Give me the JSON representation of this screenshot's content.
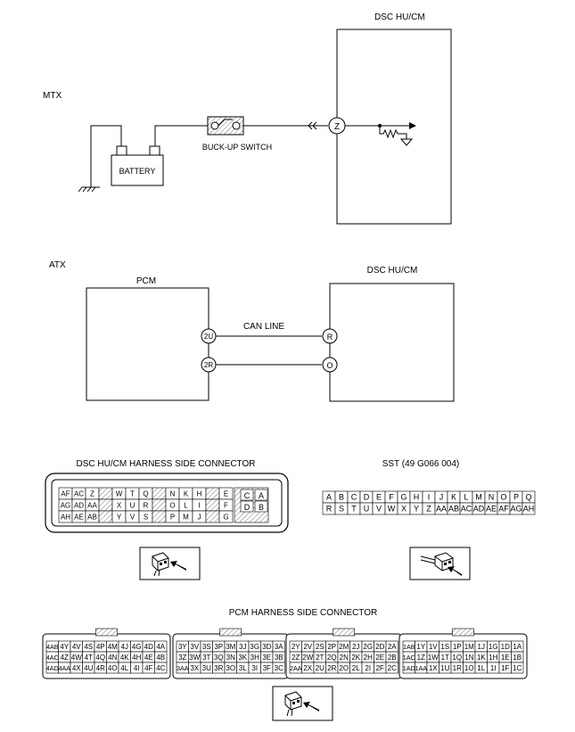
{
  "mtx": {
    "label": "MTX",
    "module_label": "DSC HU/CM",
    "pin": "Z",
    "battery_label": "BATTERY",
    "switch_label": "BUCK-UP SWITCH"
  },
  "atx": {
    "label": "ATX",
    "pcm_label": "PCM",
    "module_label": "DSC HU/CM",
    "can_label": "CAN LINE",
    "pcm_pins": [
      "2U",
      "2R"
    ],
    "module_pins": [
      "R",
      "O"
    ]
  },
  "dsc_connector": {
    "title": "DSC HU/CM HARNESS SIDE CONNECTOR",
    "rows": [
      [
        "AF",
        "AC",
        "Z",
        "",
        "W",
        "T",
        "Q",
        "",
        "N",
        "K",
        "H",
        "",
        "E"
      ],
      [
        "AG",
        "AD",
        "AA",
        "",
        "X",
        "U",
        "R",
        "",
        "O",
        "L",
        "I",
        "",
        "F"
      ],
      [
        "AH",
        "AE",
        "AB",
        "",
        "Y",
        "V",
        "S",
        "",
        "P",
        "M",
        "J",
        "",
        "G"
      ]
    ],
    "big_pins": [
      "C",
      "A",
      "D",
      "B"
    ]
  },
  "sst": {
    "title": "SST (49 G066 004)",
    "rows": [
      [
        "A",
        "B",
        "C",
        "D",
        "E",
        "F",
        "G",
        "H",
        "I",
        "J",
        "K",
        "L",
        "M",
        "N",
        "O",
        "P",
        "Q"
      ],
      [
        "R",
        "S",
        "T",
        "U",
        "V",
        "W",
        "X",
        "Y",
        "Z",
        "AA",
        "AB",
        "AC",
        "AD",
        "AE",
        "AF",
        "AG",
        "AH"
      ]
    ]
  },
  "pcm_connector": {
    "title": "PCM HARNESS SIDE CONNECTOR",
    "blocks": [
      {
        "rows": [
          [
            "4AB",
            "4Y",
            "4V",
            "4S",
            "4P",
            "4M",
            "4J",
            "4G",
            "4D",
            "4A"
          ],
          [
            "4AC",
            "4Z",
            "4W",
            "4T",
            "4Q",
            "4N",
            "4K",
            "4H",
            "4E",
            "4B"
          ],
          [
            "4AD",
            "4AA",
            "4X",
            "4U",
            "4R",
            "4O",
            "4L",
            "4I",
            "4F",
            "4C"
          ]
        ]
      },
      {
        "rows": [
          [
            "3Y",
            "3V",
            "3S",
            "3P",
            "3M",
            "3J",
            "3G",
            "3D",
            "3A"
          ],
          [
            "3Z",
            "3W",
            "3T",
            "3Q",
            "3N",
            "3K",
            "3H",
            "3E",
            "3B"
          ],
          [
            "3AA",
            "3X",
            "3U",
            "3R",
            "3O",
            "3L",
            "3I",
            "3F",
            "3C"
          ]
        ]
      },
      {
        "rows": [
          [
            "2Y",
            "2V",
            "2S",
            "2P",
            "2M",
            "2J",
            "2G",
            "2D",
            "2A"
          ],
          [
            "2Z",
            "2W",
            "2T",
            "2Q",
            "2N",
            "2K",
            "2H",
            "2E",
            "2B"
          ],
          [
            "2AA",
            "2X",
            "2U",
            "2R",
            "2O",
            "2L",
            "2I",
            "2F",
            "2C"
          ]
        ]
      },
      {
        "rows": [
          [
            "1AB",
            "1Y",
            "1V",
            "1S",
            "1P",
            "1M",
            "1J",
            "1G",
            "1D",
            "1A"
          ],
          [
            "1AC",
            "1Z",
            "1W",
            "1T",
            "1Q",
            "1N",
            "1K",
            "1H",
            "1E",
            "1B"
          ],
          [
            "1AD",
            "1AA",
            "1X",
            "1U",
            "1R",
            "1O",
            "1L",
            "1I",
            "1F",
            "1C"
          ]
        ]
      }
    ]
  }
}
